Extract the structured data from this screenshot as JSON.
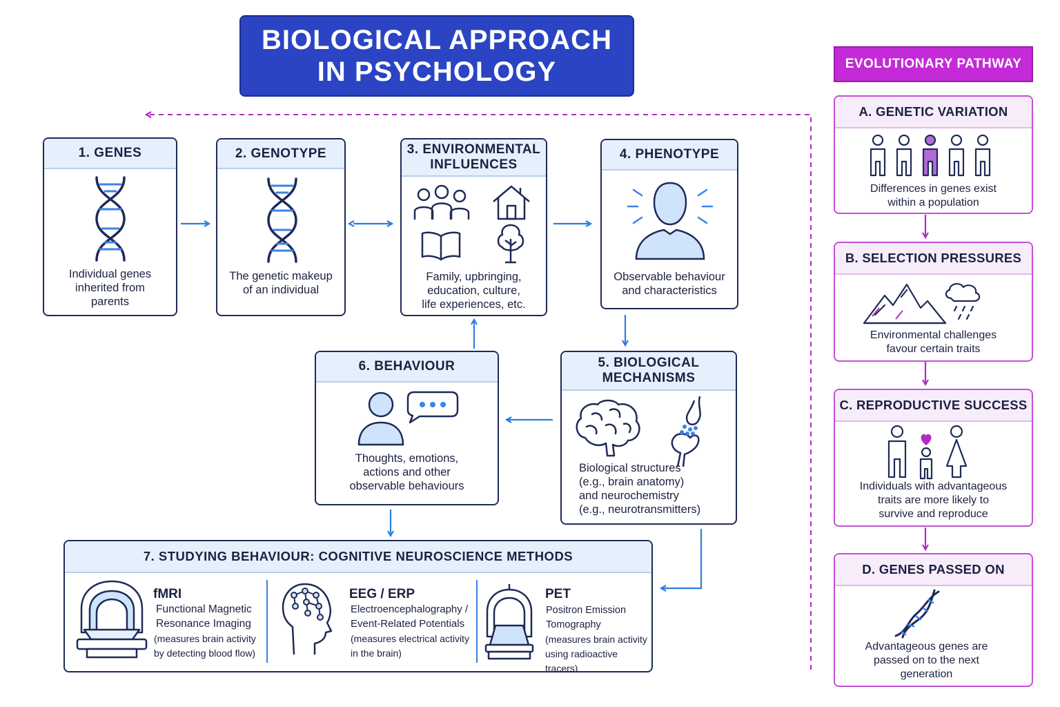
{
  "title": {
    "line1": "BIOLOGICAL APPROACH",
    "line2": "IN PSYCHOLOGY"
  },
  "flow": {
    "genes": {
      "title": "1. GENES",
      "desc": [
        "Individual genes",
        "inherited from",
        "parents"
      ]
    },
    "genotype": {
      "title": "2. GENOTYPE",
      "desc": [
        "The genetic makeup",
        "of an individual"
      ]
    },
    "environment": {
      "title": [
        "3. ENVIRONMENTAL",
        "INFLUENCES"
      ],
      "desc": [
        "Family, upbringing,",
        "education, culture,",
        "life experiences, etc."
      ]
    },
    "phenotype": {
      "title": "4. PHENOTYPE",
      "desc": [
        "Observable behaviour",
        "and characteristics"
      ]
    },
    "mechanisms": {
      "title": [
        "5. BIOLOGICAL",
        "MECHANISMS"
      ],
      "desc": [
        "Biological structures",
        "(e.g., brain anatomy)",
        "and neurochemistry",
        "(e.g., neurotransmitters)"
      ]
    },
    "behaviour": {
      "title": "6. BEHAVIOUR",
      "desc": [
        "Thoughts, emotions,",
        "actions and other",
        "observable behaviours"
      ]
    }
  },
  "methods": {
    "title": "7. STUDYING BEHAVIOUR: COGNITIVE NEUROSCIENCE METHODS",
    "items": [
      {
        "name": "fMRI",
        "lines": [
          "Functional Magnetic",
          "Resonance Imaging",
          "(measures brain activity",
          "by detecting blood flow)"
        ]
      },
      {
        "name": "EEG / ERP",
        "lines": [
          "Electroencephalography /",
          "Event-Related Potentials",
          "(measures electrical activity",
          "in the brain)"
        ]
      },
      {
        "name": "PET",
        "lines": [
          "Positron Emission",
          "Tomography",
          "(measures brain activity",
          "using radioactive tracers)"
        ]
      }
    ]
  },
  "evolution": {
    "title": "EVOLUTIONARY PATHWAY",
    "steps": [
      {
        "title": "A. GENETIC VARIATION",
        "desc": [
          "Differences in genes exist",
          "within a population"
        ]
      },
      {
        "title": "B. SELECTION PRESSURES",
        "desc": [
          "Environmental challenges",
          "favour certain traits"
        ]
      },
      {
        "title": "C. REPRODUCTIVE SUCCESS",
        "desc": [
          "Individuals with advantageous",
          "traits are more likely to",
          "survive and reproduce"
        ]
      },
      {
        "title": "D. GENES PASSED ON",
        "desc": [
          "Advantageous genes are",
          "passed on to the next",
          "generation"
        ]
      }
    ]
  },
  "colors": {
    "title_bg": "#2a44c4",
    "navy": "#1e2a57",
    "arrow_blue": "#2b7de0",
    "purple": "#c42ad8",
    "icon_fill": "#cfe3fb",
    "header_bg": "#e6f0fd"
  },
  "icons": {
    "genes": "dna-icon",
    "genotype": "dna-icon",
    "environment": [
      "family-icon",
      "house-icon",
      "book-icon",
      "tree-icon"
    ],
    "phenotype": "person-head-icon",
    "mechanisms": [
      "brain-icon",
      "synapse-icon"
    ],
    "behaviour": [
      "person-icon",
      "speech-bubble-icon"
    ],
    "methods": [
      "mri-scanner-icon",
      "eeg-head-icon",
      "pet-scanner-icon"
    ],
    "evolution": [
      "population-icon",
      "mountain-storm-icon",
      "family-heart-icon",
      "dna-icon"
    ]
  }
}
